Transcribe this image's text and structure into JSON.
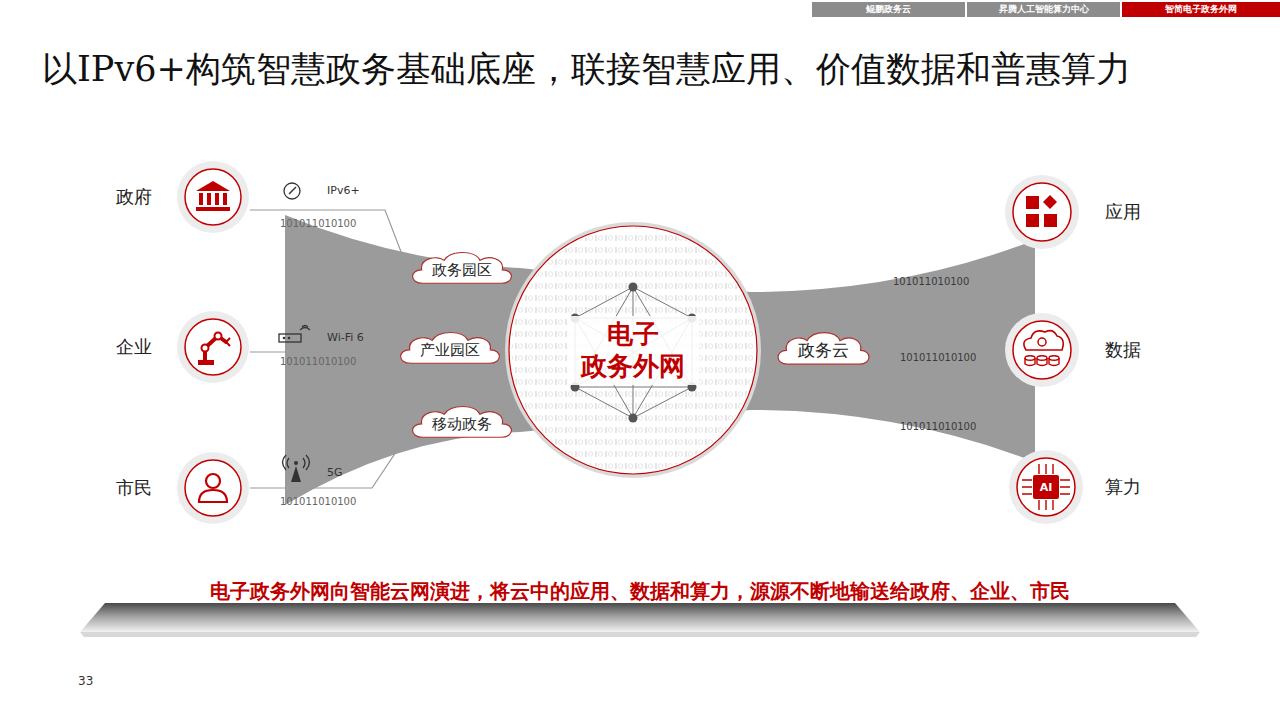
{
  "diagram": {
    "title": "以IPv6+构筑智慧政务基础底座，联接智慧应用、价值数据和普惠算力",
    "caption": "电子政务外网向智能云网演进，将云中的应用、数据和算力，源源不断地输送给政府、企业、市民",
    "nodes": [
      {
        "text": [
          "鲲鹏政务云"
        ]
      },
      {
        "text": [
          "昇腾人工智能算力中心"
        ]
      },
      {
        "text": [
          "智简电子政务外网"
        ]
      },
      {
        "text": [
          "政府"
        ]
      },
      {
        "text": [
          "企业"
        ]
      },
      {
        "text": [
          "市民"
        ]
      },
      {
        "text": [
          "政务园区"
        ]
      },
      {
        "text": [
          "产业园区"
        ]
      },
      {
        "text": [
          "移动政务"
        ]
      },
      {
        "text": [
          "电子 政务外网"
        ]
      },
      {
        "text": [
          "政务云"
        ]
      },
      {
        "text": [
          "应用"
        ]
      },
      {
        "text": [
          "数据"
        ]
      },
      {
        "text": [
          "算力"
        ]
      }
    ],
    "edges": [
      {
        "from": 3,
        "to": 6,
        "arrow": "none"
      },
      {
        "from": 4,
        "to": 7,
        "arrow": "none"
      },
      {
        "from": 5,
        "to": 8,
        "arrow": "none"
      }
    ],
    "labels": [
      "IPv6+",
      "101011010100",
      "Wi-Fi 6",
      "101011010100",
      "5G",
      "101011010100",
      "101011010100",
      "101011010100",
      "101011010100",
      "AI",
      "33"
    ]
  }
}
